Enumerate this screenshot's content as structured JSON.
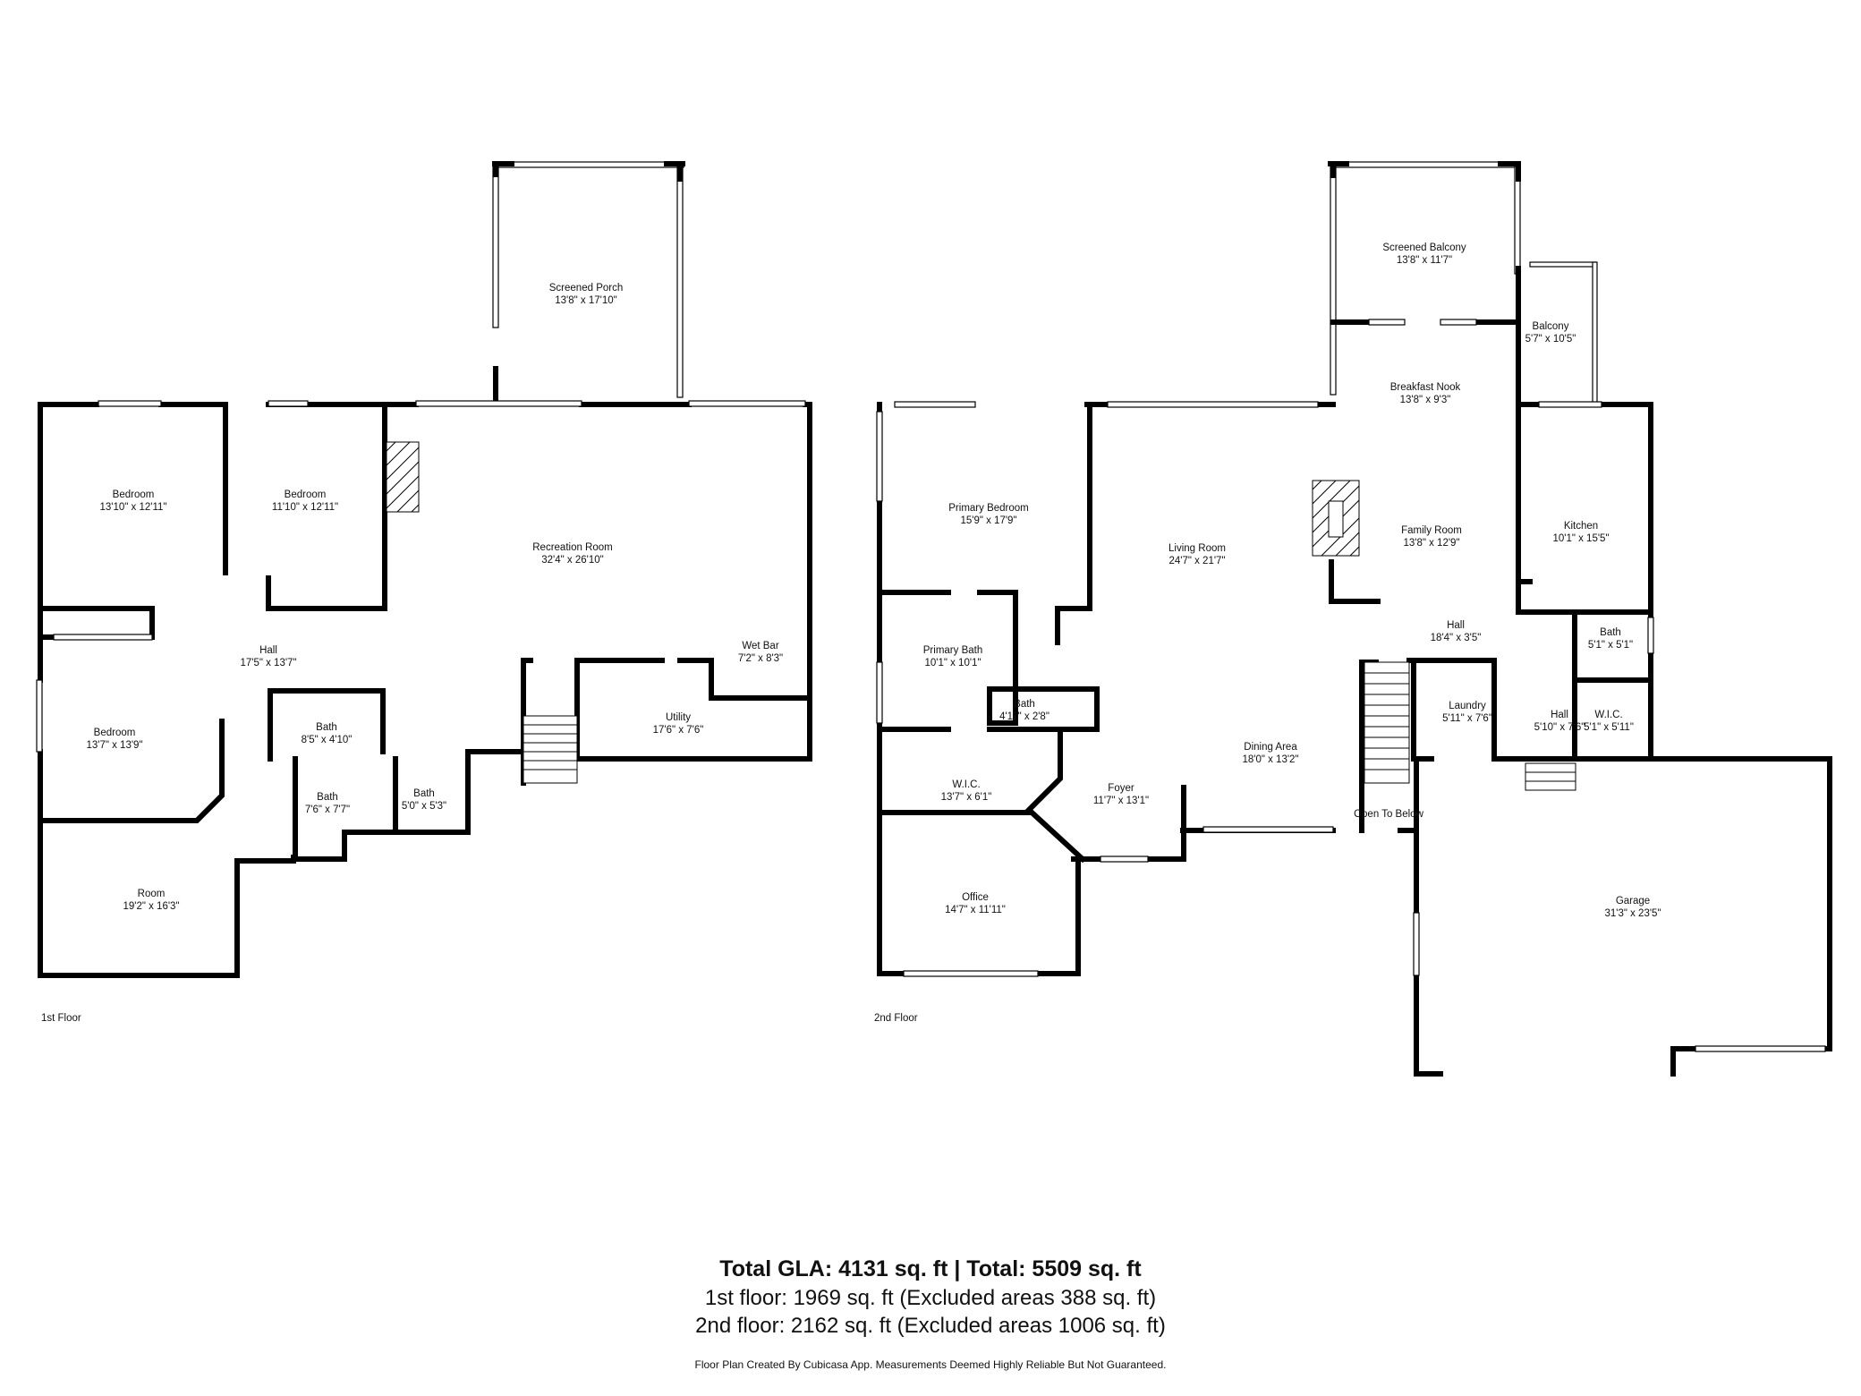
{
  "floors": [
    {
      "label": "1st Floor",
      "rooms": [
        {
          "name": "Screened Porch",
          "dims": "13'8\" x 17'10\""
        },
        {
          "name": "Bedroom",
          "dims": "13'10\" x 12'11\""
        },
        {
          "name": "Bedroom",
          "dims": "11'10\" x 12'11\""
        },
        {
          "name": "Recreation Room",
          "dims": "32'4\" x 26'10\""
        },
        {
          "name": "Hall",
          "dims": "17'5\" x 13'7\""
        },
        {
          "name": "Wet Bar",
          "dims": "7'2\" x 8'3\""
        },
        {
          "name": "Bedroom",
          "dims": "13'7\" x 13'9\""
        },
        {
          "name": "Bath",
          "dims": "8'5\" x 4'10\""
        },
        {
          "name": "Utility",
          "dims": "17'6\" x 7'6\""
        },
        {
          "name": "Bath",
          "dims": "7'6\" x 7'7\""
        },
        {
          "name": "Bath",
          "dims": "5'0\" x 5'3\""
        },
        {
          "name": "Room",
          "dims": "19'2\" x 16'3\""
        }
      ]
    },
    {
      "label": "2nd Floor",
      "rooms": [
        {
          "name": "Screened Balcony",
          "dims": "13'8\" x 11'7\""
        },
        {
          "name": "Balcony",
          "dims": "5'7\" x 10'5\""
        },
        {
          "name": "Breakfast Nook",
          "dims": "13'8\" x 9'3\""
        },
        {
          "name": "Primary Bedroom",
          "dims": "15'9\" x 17'9\""
        },
        {
          "name": "Living Room",
          "dims": "24'7\" x 21'7\""
        },
        {
          "name": "Family Room",
          "dims": "13'8\" x 12'9\""
        },
        {
          "name": "Kitchen",
          "dims": "10'1\" x 15'5\""
        },
        {
          "name": "Hall",
          "dims": "18'4\" x 3'5\""
        },
        {
          "name": "Primary Bath",
          "dims": "10'1\" x 10'1\""
        },
        {
          "name": "Bath",
          "dims": "5'1\" x 5'1\""
        },
        {
          "name": "Bath",
          "dims": "4'11\" x 2'8\""
        },
        {
          "name": "Laundry",
          "dims": "5'11\" x 7'6\""
        },
        {
          "name": "Hall",
          "dims": "5'10\" x 7'6\""
        },
        {
          "name": "W.I.C.",
          "dims": "5'1\" x 5'11\""
        },
        {
          "name": "Dining Area",
          "dims": "18'0\" x 13'2\""
        },
        {
          "name": "W.I.C.",
          "dims": "13'7\" x 6'1\""
        },
        {
          "name": "Foyer",
          "dims": "11'7\" x 13'1\""
        },
        {
          "name": "Garage",
          "dims": "31'3\" x 23'5\""
        },
        {
          "name": "Office",
          "dims": "14'7\" x 11'11\""
        }
      ],
      "notes": [
        "Open To Below"
      ]
    }
  ],
  "summary": {
    "total": "Total GLA: 4131 sq. ft | Total: 5509 sq. ft",
    "floor1": "1st floor: 1969 sq. ft (Excluded areas 388 sq. ft)",
    "floor2": "2nd floor: 2162 sq. ft (Excluded areas 1006 sq. ft)",
    "credit": "Floor Plan Created By Cubicasa App. Measurements Deemed Highly Reliable But Not Guaranteed."
  }
}
